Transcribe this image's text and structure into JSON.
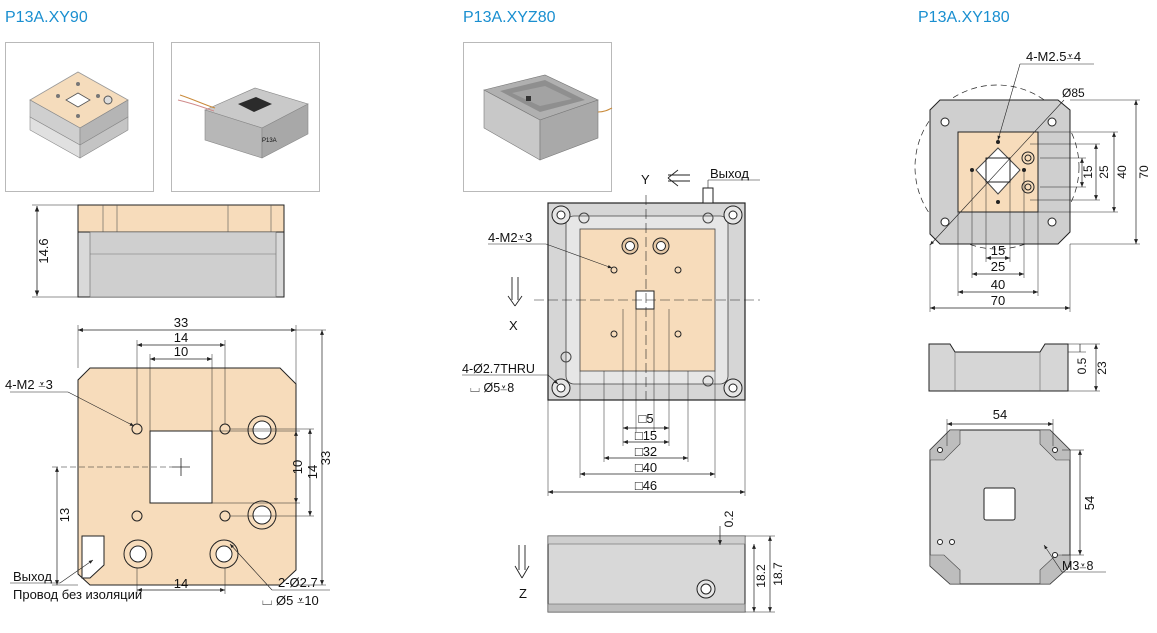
{
  "products": [
    {
      "title": "P13A.XY90"
    },
    {
      "title": "P13A.XYZ80"
    },
    {
      "title": "P13A.XY180"
    }
  ],
  "xy90": {
    "photo2_label": "P13A",
    "side_height": "14.6",
    "dim_33_top": "33",
    "dim_14_top": "14",
    "dim_10_top": "10",
    "dim_10_right": "10",
    "dim_14_right": "14",
    "dim_33_right": "33",
    "dim_13_left": "13",
    "dim_14_bottom": "14",
    "thread_note": "4-M2",
    "thread_depth": "3",
    "hole_note": "2-Ø2.7",
    "hole_cbore": "Ø5",
    "hole_cbore_depth": "10",
    "outlet_label": "Выход",
    "wire_label": "Провод без изоляции"
  },
  "xyz80": {
    "axis_y": "Y",
    "axis_x": "X",
    "axis_z": "Z",
    "outlet_label": "Выход",
    "thread_note": "4-M2",
    "thread_depth": "3",
    "thru_note": "4-Ø2.7THRU",
    "cbore_note": "Ø5",
    "cbore_depth": "8",
    "dims": [
      "5",
      "15",
      "32",
      "40",
      "46"
    ],
    "side_02": "0.2",
    "side_182": "18.2",
    "side_187": "18.7"
  },
  "xy180": {
    "thread_note": "4-M2.5",
    "thread_depth": "4",
    "diameter": "Ø85",
    "dim_15_right": "15",
    "dim_25_right": "25",
    "dim_40_right": "40",
    "dim_70_right": "70",
    "dim_15_bottom": "15",
    "dim_25_bottom": "25",
    "dim_40_bottom": "40",
    "dim_70_bottom": "70",
    "side_05": "0.5",
    "side_23": "23",
    "bottom_54_top": "54",
    "bottom_54_right": "54",
    "screw_note": "M3",
    "screw_depth": "8"
  },
  "colors": {
    "accent": "#1a8fd0",
    "stage_tan": "#f7dcbb",
    "body_gray": "#d8d8d8",
    "dark_gray": "#8a8a8a",
    "line": "#222222"
  }
}
